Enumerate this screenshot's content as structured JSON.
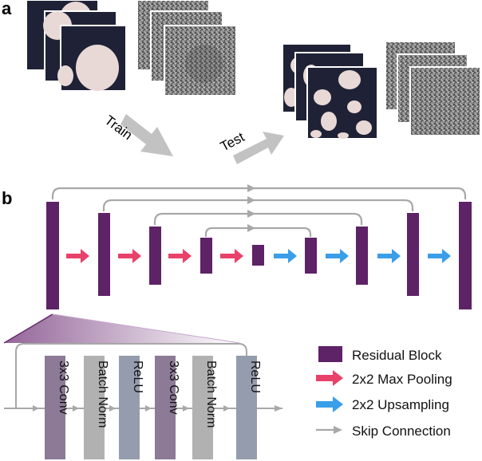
{
  "panels": {
    "a": {
      "label": "a",
      "train_label": "Train",
      "test_label": "Test"
    },
    "b": {
      "label": "b"
    }
  },
  "unet": {
    "encoder_blocks": 4,
    "bottleneck_blocks": 1,
    "decoder_blocks": 4,
    "skip_connections": 4
  },
  "residual_block": {
    "layers": [
      "3x3 Conv",
      "Batch Norm",
      "ReLU",
      "3x3 Conv",
      "Batch Norm",
      "ReLU"
    ],
    "layer_kinds": [
      "conv",
      "norm",
      "relu",
      "conv",
      "norm",
      "relu"
    ]
  },
  "legend": [
    {
      "label": "Residual Block",
      "kind": "block"
    },
    {
      "label": "2x2 Max Pooling",
      "kind": "pool-arrow"
    },
    {
      "label": "2x2 Upsampling",
      "kind": "up-arrow"
    },
    {
      "label": "Skip Connection",
      "kind": "skip-arrow"
    }
  ],
  "colors": {
    "block": "#5e2266",
    "pool": "#e8416a",
    "up": "#3a9ee8",
    "skip": "#a8a8a8",
    "conv": "#8c7a96",
    "norm": "#b1b1b1",
    "relu": "#959cad",
    "mask_dark": "#1f2236",
    "mask_light": "#e9d9d6"
  }
}
